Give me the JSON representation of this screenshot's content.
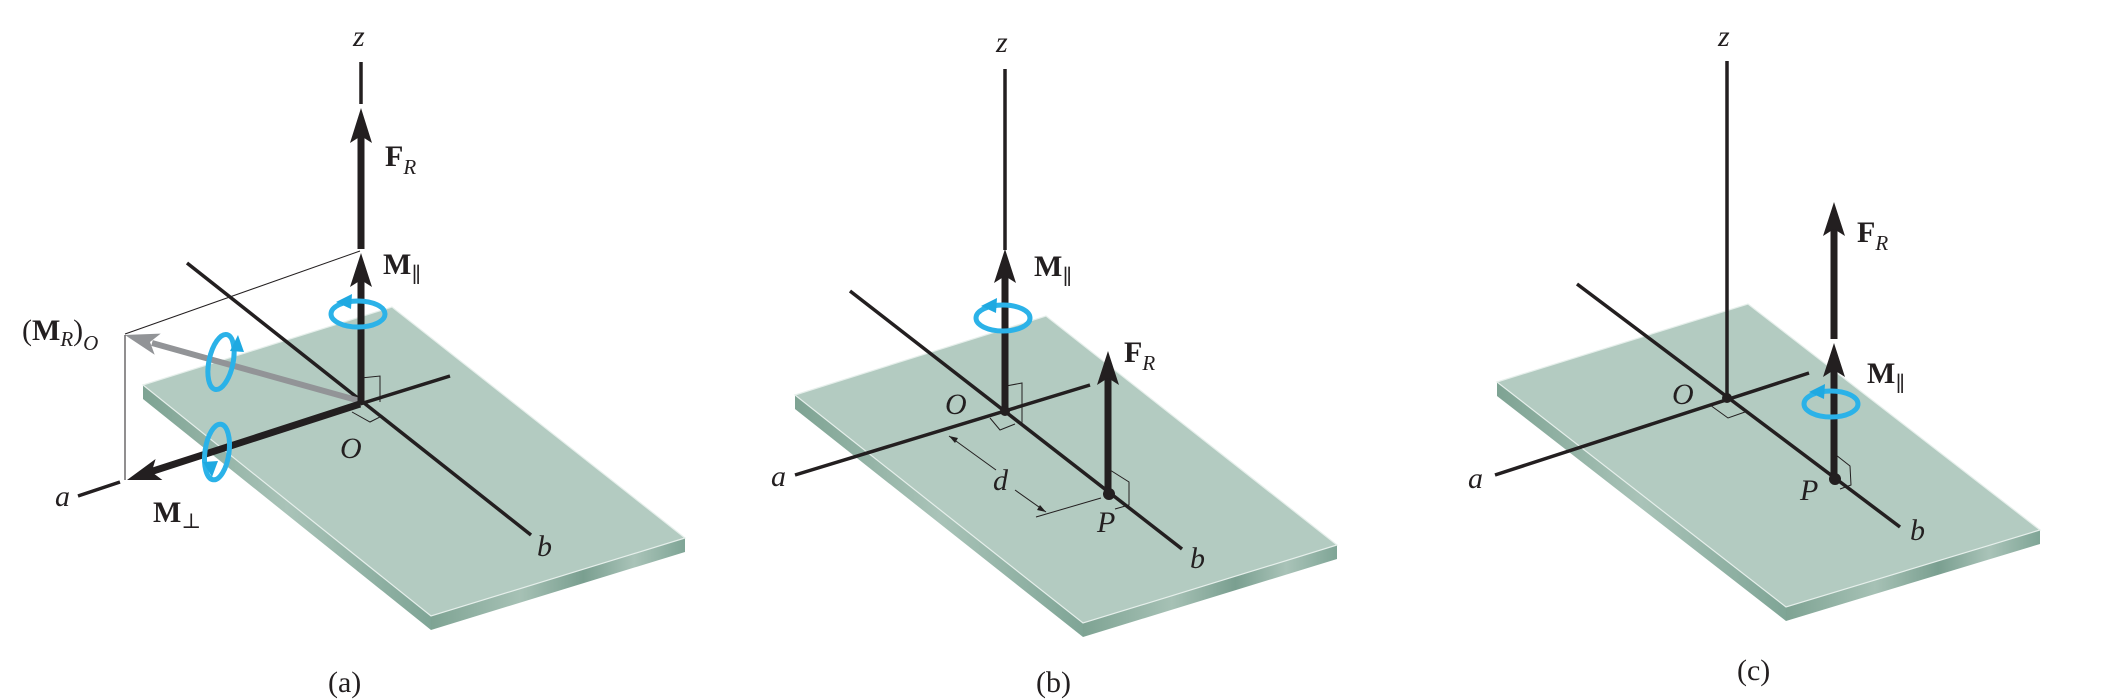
{
  "colors": {
    "plate_top": "#b3cbc1",
    "plate_side": "#7fa596",
    "rotation_arrow": "#2bb2e8",
    "vector": "#231f20",
    "resultant_moment": "#929497"
  },
  "panels": {
    "a": {
      "caption": "(a)",
      "z": "z",
      "a": "a",
      "b": "b",
      "O": "O",
      "FR": {
        "main": "F",
        "sub": "R"
      },
      "Mpar": {
        "main": "M",
        "sub": "∥"
      },
      "Mperp": {
        "main": "M",
        "sub": "⊥"
      },
      "MRO": {
        "open": "(",
        "main": "M",
        "sub": "R",
        "close": ")",
        "sub2": "O"
      }
    },
    "b": {
      "caption": "(b)",
      "z": "z",
      "a": "a",
      "b": "b",
      "O": "O",
      "P": "P",
      "d": "d",
      "FR": {
        "main": "F",
        "sub": "R"
      },
      "Mpar": {
        "main": "M",
        "sub": "∥"
      }
    },
    "c": {
      "caption": "(c)",
      "z": "z",
      "a": "a",
      "b": "b",
      "O": "O",
      "P": "P",
      "FR": {
        "main": "F",
        "sub": "R"
      },
      "Mpar": {
        "main": "M",
        "sub": "∥"
      }
    }
  }
}
